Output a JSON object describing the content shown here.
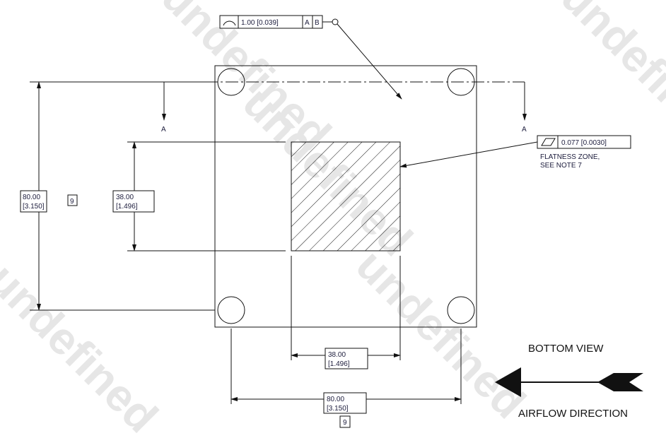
{
  "watermark": "undefined",
  "profile_fcf": {
    "symbol": "profile-of-line-icon",
    "tolerance": "1.00 [0.039]",
    "datum1": "A",
    "datum2": "B"
  },
  "flatness_fcf": {
    "symbol": "flatness-icon",
    "tolerance": "0.077 [0.0030]",
    "note_line1": "FLATNESS ZONE,",
    "note_line2": "SEE NOTE 7"
  },
  "section_label_left": "A",
  "section_label_right": "A",
  "dims": {
    "left_overall": {
      "mm": "80.00",
      "in": "[3.150]",
      "note": "9"
    },
    "left_inner": {
      "mm": "38.00",
      "in": "[1.496]"
    },
    "bottom_inner": {
      "mm": "38.00",
      "in": "[1.496]"
    },
    "bottom_overall": {
      "mm": "80.00",
      "in": "[3.150]",
      "note": "9"
    }
  },
  "view_title": "BOTTOM VIEW",
  "airflow_label": "AIRFLOW DIRECTION"
}
